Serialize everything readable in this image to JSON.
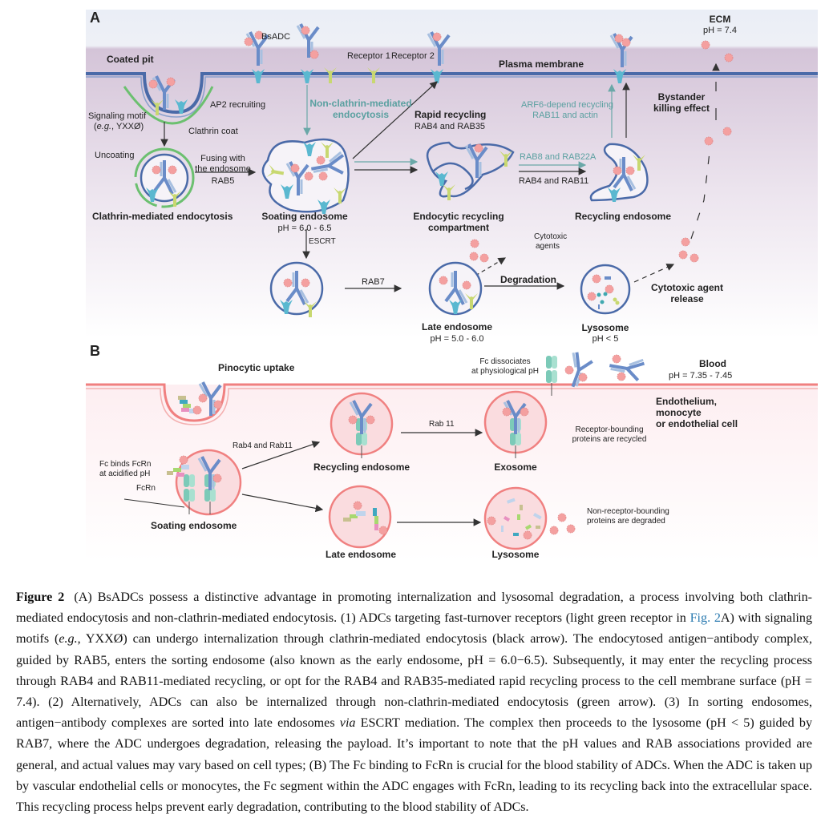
{
  "panel_a": {
    "label": "A",
    "coated_pit": "Coated pit",
    "bsadc": "BsADC",
    "receptor1": "Receptor 1",
    "receptor2": "Receptor 2",
    "plasma_membrane": "Plasma membrane",
    "ecm": "ECM",
    "ecm_ph": "pH = 7.4",
    "ap2": "AP2 recruiting",
    "signaling_motif": "Signaling motif",
    "signaling_motif_example_prefix": "(",
    "signaling_motif_example_italic": "e.g.",
    "signaling_motif_example_suffix": ", YXXØ)",
    "clathrin_coat": "Clathrin coat",
    "non_clathrin_line1": "Non-clathrin-mediated",
    "non_clathrin_line2": "endocytosis",
    "rapid_recycling": "Rapid recycling",
    "rapid_recycling_rab": "RAB4 and RAB35",
    "arf6_line1": "ARF6-depend recycling",
    "arf6_line2": "RAB11 and actin",
    "bystander_line1": "Bystander",
    "bystander_line2": "killing effect",
    "uncoating": "Uncoating",
    "fusing_line1": "Fusing with",
    "fusing_line2": "the endosome",
    "rab5": "RAB5",
    "rab8": "RAB8 and RAB22A",
    "rab4_11": "RAB4 and RAB11",
    "clathrin_endocytosis": "Clathrin-mediated endocytosis",
    "sorting_endosome": "Soating  endosome",
    "sorting_ph": "pH = 6.0 - 6.5",
    "erc_line1": "Endocytic recycling",
    "erc_line2": "compartment",
    "recycling_endosome": "Recycling endosome",
    "escrt": "ESCRT",
    "rab7": "RAB7",
    "cytotoxic_line1": "Cytotoxic",
    "cytotoxic_line2": "agents",
    "degradation": "Degradation",
    "late_endosome": "Late endosome",
    "late_ph": "pH = 5.0 - 6.0",
    "lysosome": "Lysosome",
    "lysosome_ph": "pH < 5",
    "release_line1": "Cytotoxic agent",
    "release_line2": "release"
  },
  "panel_b": {
    "label": "B",
    "pinocytic": "Pinocytic uptake",
    "fc_dissociates_line1": "Fc dissociates",
    "fc_dissociates_line2": "at physiological pH",
    "blood": "Blood",
    "blood_ph": "pH = 7.35 - 7.45",
    "endothelium_line1": "Endothelium,",
    "endothelium_line2": "monocyte",
    "endothelium_line3": "or endothelial cell",
    "rab4_11": "Rab4 and Rab11",
    "rab11": "Rab 11",
    "recycling_endosome": "Recycling endosome",
    "exosome": "Exosome",
    "receptor_recycled_line1": "Receptor-bounding",
    "receptor_recycled_line2": "proteins are recycled",
    "fc_binds_line1": "Fc binds FcRn",
    "fc_binds_line2": "at acidified pH",
    "fcrn": "FcRn",
    "sorting_endosome": "Soating  endosome",
    "late_endosome": "Late endosome",
    "lysosome": "Lysosome",
    "non_receptor_line1": "Non-receptor-bounding",
    "non_receptor_line2": "proteins are degraded"
  },
  "colors": {
    "membrane_a": "#4a6aa8",
    "cytoplasm_a": "#d8c8dc",
    "membrane_b": "#f08080",
    "cytoplasm_b": "#fdeef0",
    "antibody": "#6a8cc8",
    "receptor_teal": "#5ab8d0",
    "receptor_green": "#c8d870",
    "payload": "#f4a0a0",
    "clathrin": "#6cc070",
    "teal_arrow": "#6aa8a8"
  },
  "caption": {
    "figure_label": "Figure 2",
    "seg1": "(A) BsADCs possess a distinctive advantage in promoting internalization and lysosomal degradation, a process involving both clathrin-mediated endocytosis and non-clathrin-mediated endocytosis. (1) ADCs targeting fast-turnover receptors (light green receptor in ",
    "link": "Fig. 2",
    "seg2": "A) with signaling motifs (",
    "eg": "e.g.",
    "seg3": ", YXXØ) can undergo internalization through clathrin-mediated endocytosis (black arrow). The endocytosed antigen−antibody complex, guided by RAB5, enters the sorting endosome (also known as the early endosome, pH = 6.0−6.5). Subsequently, it may enter the recycling process through RAB4 and RAB11-mediated recycling, or opt for the RAB4 and RAB35-mediated rapid recycling process to the cell membrane surface (pH = 7.4). (2) Alternatively, ADCs can also be internalized through non-clathrin-mediated endocytosis (green arrow). (3) In sorting endosomes, antigen−antibody complexes are sorted into late endosomes ",
    "via": "via",
    "seg4": " ESCRT mediation. The complex then proceeds to the lysosome (pH < 5) guided by RAB7, where the ADC undergoes degradation, releasing the payload. It’s important to note that the pH values and RAB associations provided are general, and actual values may vary based on cell types; (B) The Fc binding to FcRn is crucial for the blood stability of ADCs. When the ADC is taken up by vascular endothelial cells or monocytes, the Fc segment within the ADC engages with FcRn, leading to its recycling back into the extracellular space. This recycling process helps prevent early degradation, contributing to the blood stability of ADCs."
  }
}
